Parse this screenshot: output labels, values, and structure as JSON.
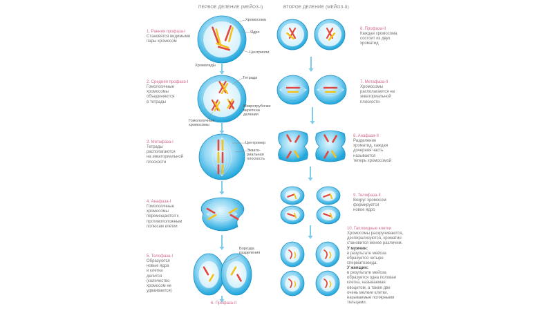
{
  "headers": {
    "first": "ПЕРВОЕ ДЕЛЕНИЕ (МЕЙОЗ-I)",
    "second": "ВТОРОЕ ДЕЛЕНИЕ (МЕЙОЗ-II)"
  },
  "stages": {
    "s1": {
      "title": "1. Ранняя профаза-I",
      "desc": "Становятся видимыми\nпары хромосом"
    },
    "s2": {
      "title": "2. Средняя профаза-I",
      "desc": "Гомологичные\nхромосомы\nобъединяются\nв тетрады"
    },
    "s3": {
      "title": "3. Метафаза-I",
      "desc": "Тетрады\nрасполагаются\nна экваториальной\nплоскости"
    },
    "s4": {
      "title": "4. Анафаза-I",
      "desc": "Гомологичные\nхромосомы\nперемещаются к\nпротивоположным\nполюсам клетки"
    },
    "s5": {
      "title": "5. Телофаза-I",
      "desc": "Образуются\nновые ядра\nи клетка\nделится\n(количество\nхромосом не\nудваивается)"
    },
    "s6": {
      "title": "6. Профаза-II",
      "desc": "Каждая хромосома\nсостоит из двух\nхроматид"
    },
    "s7": {
      "title": "7. Метафаза-II",
      "desc": "Хромосомы\nрасполагаются на\nэкваториальной\nплоскости"
    },
    "s8": {
      "title": "8. Анафаза-II",
      "desc": "Разделение\nхроматид, каждая\nдочерняя часть\nназывается\nтеперь хромосомой"
    },
    "s9": {
      "title": "9. Телофаза-II",
      "desc": "Вокруг хромосом\nформируется\nновое ядро"
    },
    "s10": {
      "title": "10. Гаплоидные клетки",
      "desc": "Хромосомы раскручиваются,\nдеспирализуются, хроматин\nстановится менее различим.",
      "male_label": "У мужчин:",
      "male_text": "в результате мейоза\nобразуется четыре\nсперматозоида.",
      "female_label": "У женщин:",
      "female_text": "в результате мейоза\nобразуется одна половая\nклетка, называемая\nовоцитом, а также две\nочень мелкие клетки,\nназываемые полярными\nтельцами."
    },
    "s6_bottom": "6. Профаза-II"
  },
  "labels": {
    "chromosome": "Хромосома",
    "nucleus": "Ядро",
    "centrioles": "Центриоли",
    "chromatids": "Хроматиды",
    "tetrad": "Тетрада",
    "spindle": "Микротрубочки\nверетена\nделения",
    "homologous": "Гомологичные\nхромосомы",
    "centromere": "Центромер",
    "equatorial": "Эквато-\nриальная\nплоскость",
    "furrow": "Борозда\nразделения"
  },
  "colors": {
    "cell_fill": "#2fb4e6",
    "cell_light": "#bfe9fa",
    "cell_edge": "#1f8fc0",
    "arrow": "#7fcbea",
    "chrom_red": "#e2463c",
    "chrom_yellow": "#f3c21b",
    "stage_title": "#d26a8a"
  }
}
